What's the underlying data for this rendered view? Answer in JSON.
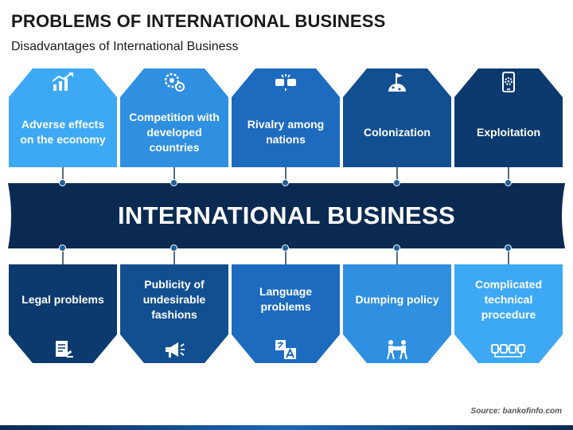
{
  "header": {
    "title": "PROBLEMS OF INTERNATIONAL BUSINESS",
    "subtitle": "Disadvantages of International Business"
  },
  "center": {
    "label": "INTERNATIONAL BUSINESS"
  },
  "top_items": [
    {
      "label": "Adverse effects on the economy",
      "icon": "growth-chart-icon",
      "color": "#3da9f5"
    },
    {
      "label": "Competition with developed countries",
      "icon": "gears-globe-icon",
      "color": "#2f8fe0"
    },
    {
      "label": "Rivalry among nations",
      "icon": "fist-bump-icon",
      "color": "#1c6bbf"
    },
    {
      "label": "Colonization",
      "icon": "flag-on-globe-icon",
      "color": "#124f91"
    },
    {
      "label": "Exploitation",
      "icon": "mobile-gear-icon",
      "color": "#0d3a6e"
    }
  ],
  "bottom_items": [
    {
      "label": "Legal problems",
      "icon": "legal-document-icon",
      "color": "#0d3a6e"
    },
    {
      "label": "Publicity of undesirable fashions",
      "icon": "megaphone-icon",
      "color": "#124f91"
    },
    {
      "label": "Language problems",
      "icon": "translate-icon",
      "color": "#1c6bbf"
    },
    {
      "label": "Dumping policy",
      "icon": "people-boxes-icon",
      "color": "#2f8fe0"
    },
    {
      "label": "Complicated technical procedure",
      "icon": "process-chain-icon",
      "color": "#3da9f5"
    }
  ],
  "colors": {
    "banner": "#0b2a52",
    "connector_dot": "#1f5f9a"
  },
  "footer": {
    "source": "Source: bankofinfo.com"
  }
}
